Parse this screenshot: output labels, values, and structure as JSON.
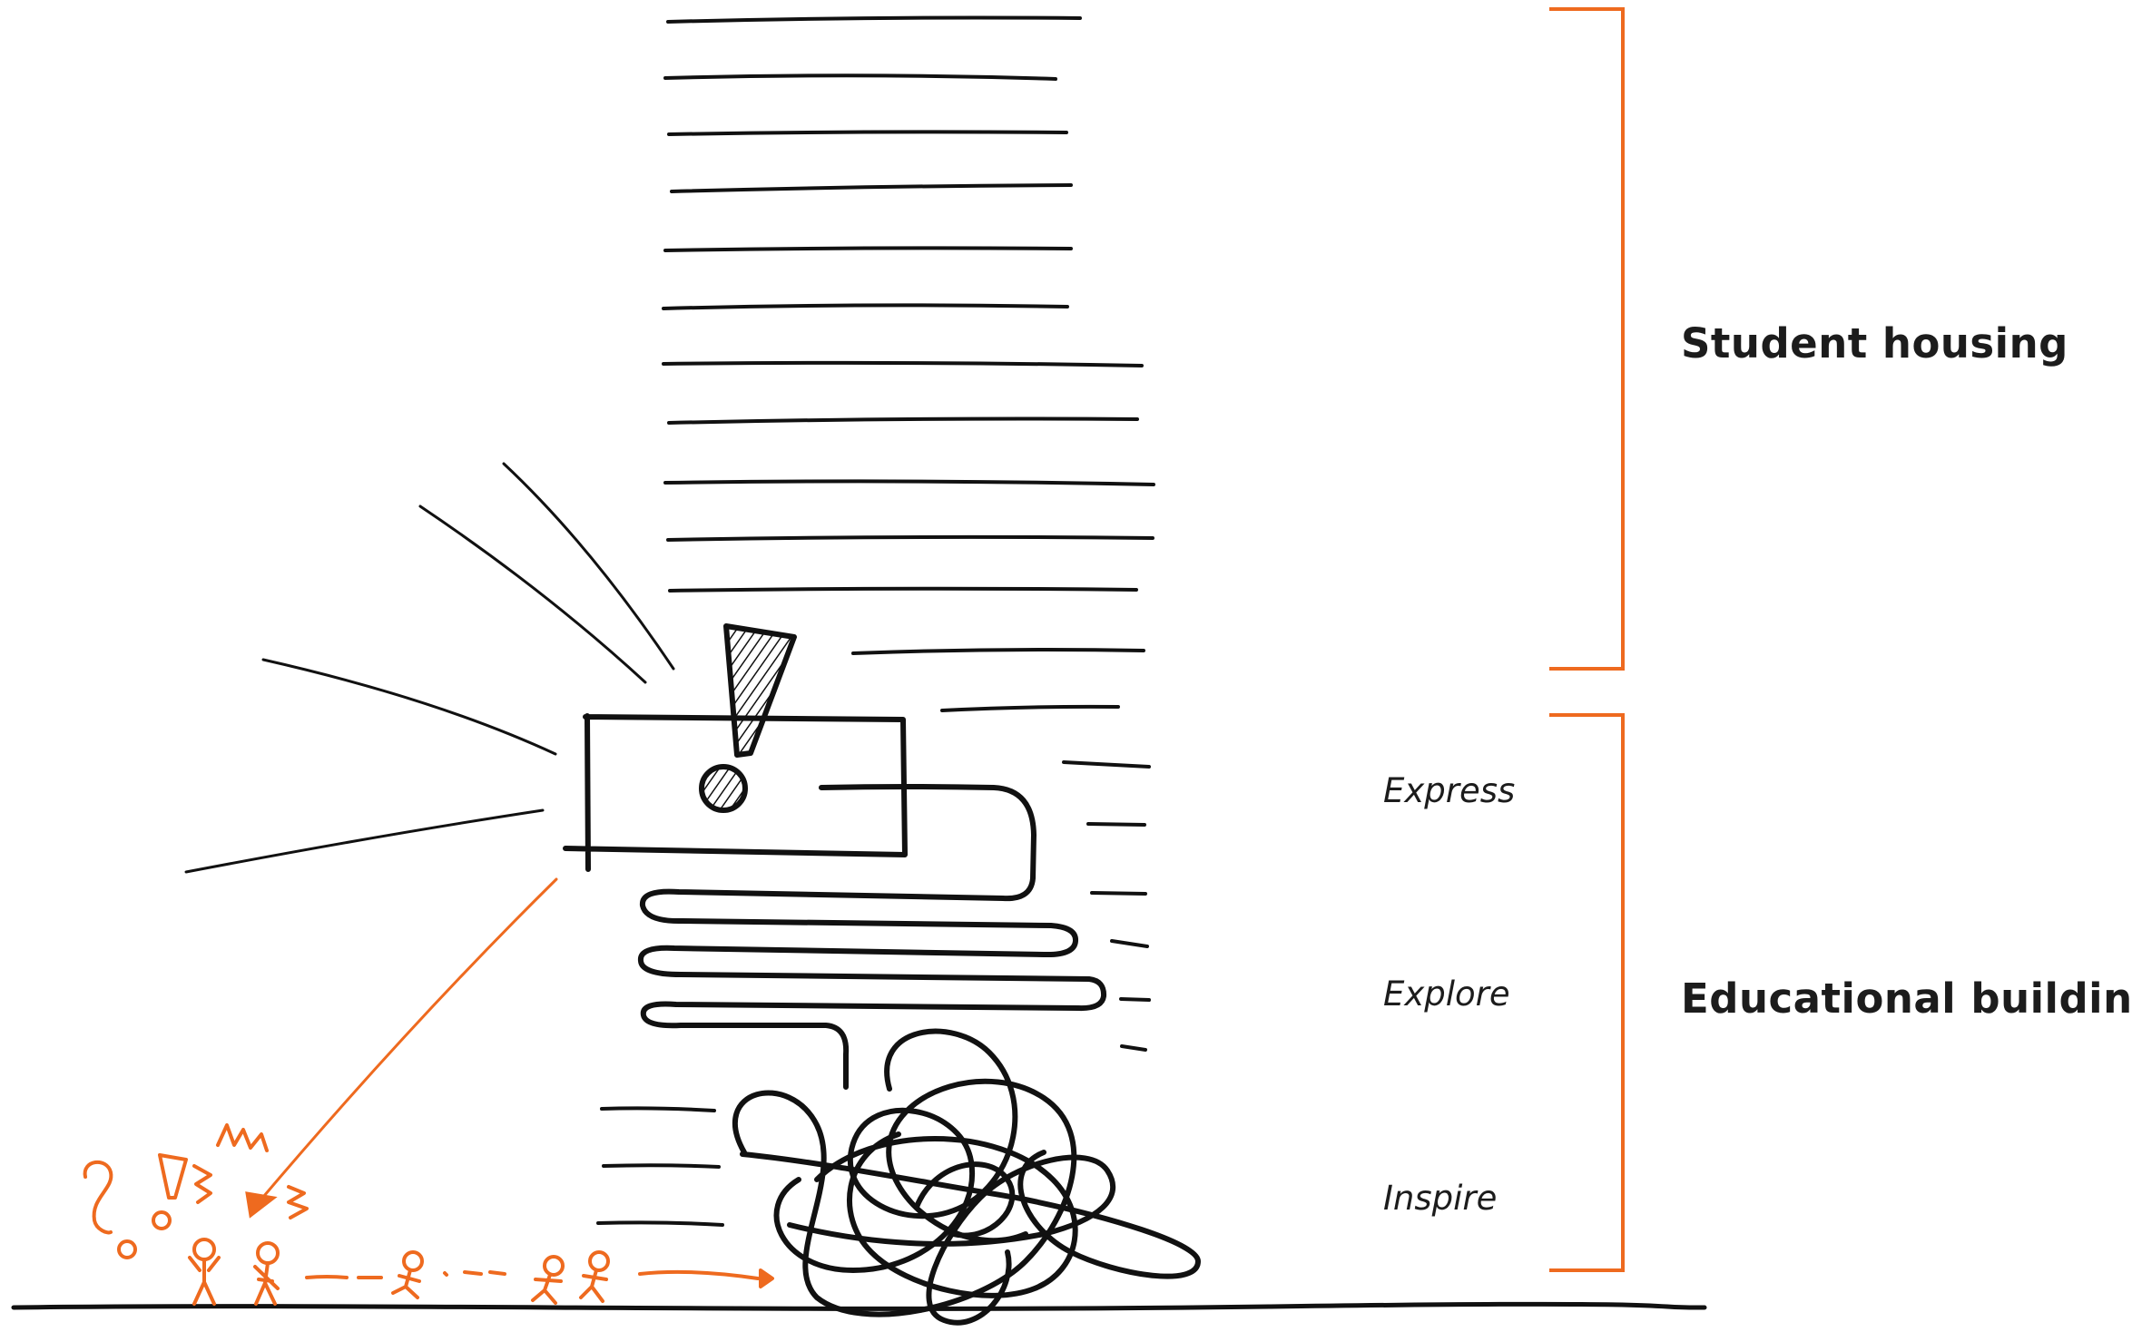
{
  "labels": {
    "student_housing": "Student housing",
    "educational_building": "Educational building",
    "express": "Express",
    "explore": "Explore",
    "inspire": "Inspire"
  },
  "colors": {
    "ink": "#111111",
    "accent": "#ee6a1f"
  }
}
